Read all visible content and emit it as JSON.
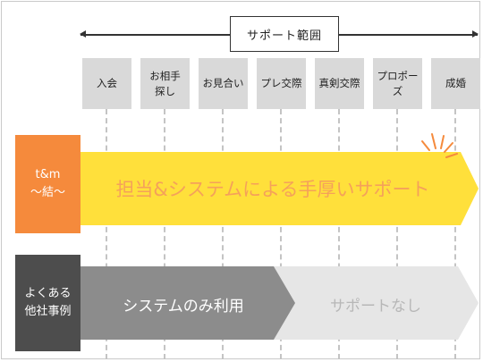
{
  "support_range": {
    "label": "サポート範囲"
  },
  "stages": [
    {
      "label": "入会"
    },
    {
      "label": "お相手\n探し"
    },
    {
      "label": "お見合い"
    },
    {
      "label": "プレ交際"
    },
    {
      "label": "真剣交際"
    },
    {
      "label": "プロポーズ"
    },
    {
      "label": "成婚"
    }
  ],
  "rows": {
    "tm": {
      "label": "t&m\n～結～",
      "arrow_text": "担当&システムによる手厚いサポート"
    },
    "other": {
      "label": "よくある\n他社事例",
      "system_text": "システムのみ利用",
      "none_text": "サポートなし"
    }
  },
  "colors": {
    "tm_label": "#f58a3c",
    "tm_arrow": "#ffe03b",
    "tm_arrow_text": "#f5a15a",
    "other_label": "#4d4d4d",
    "system_arrow": "#8c8c8c",
    "none_arrow": "#e6e6e6",
    "stage_bg": "#d9d9d9"
  }
}
